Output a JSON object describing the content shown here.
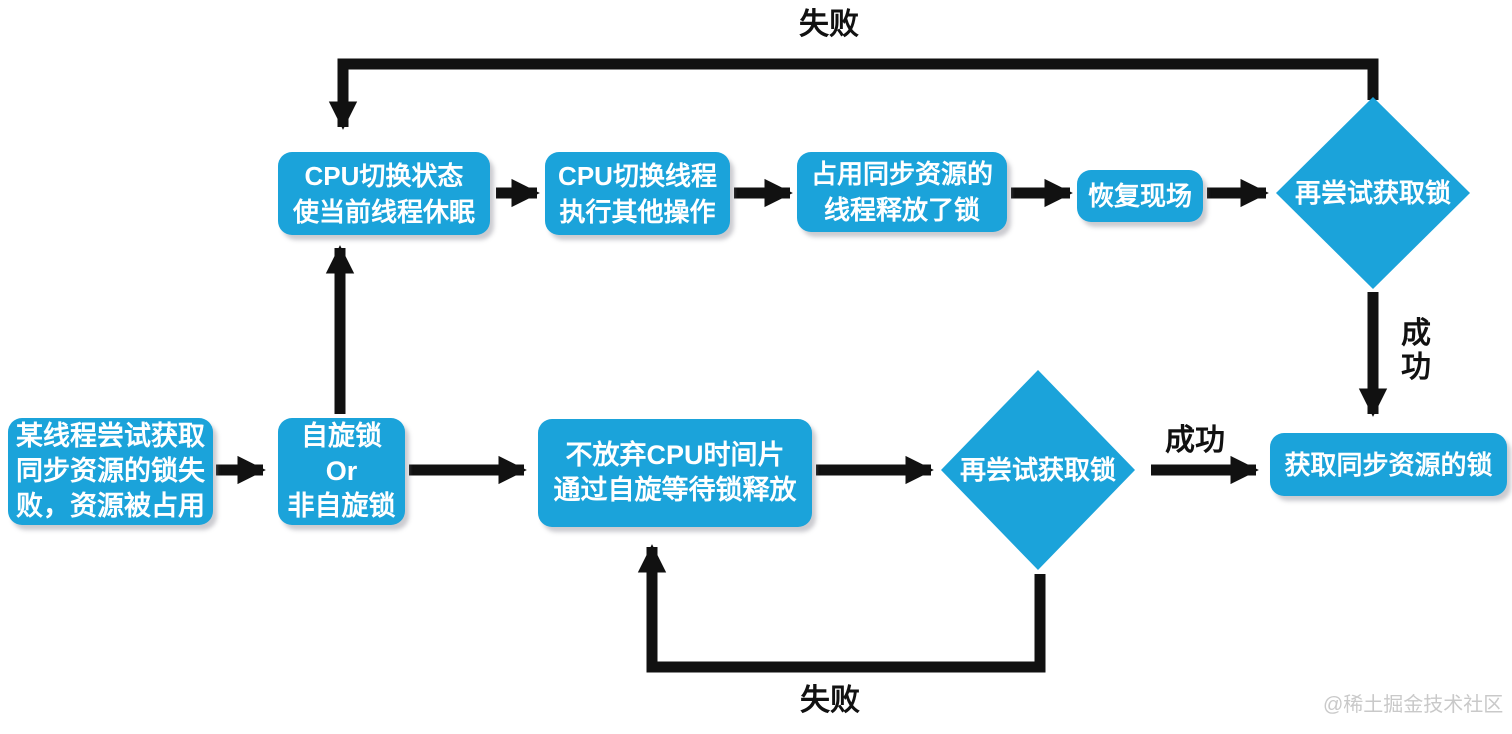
{
  "page": {
    "background_color": "#ffffff",
    "accent_color": "#1ba3da",
    "line_color": "#111111",
    "text_color_nodes": "#ffffff",
    "text_color_labels": "#111111"
  },
  "nodes": {
    "cpu_state": {
      "label": "CPU切换状态\n使当前线程休眠",
      "shape": "rounded-rect"
    },
    "cpu_switch": {
      "label": "CPU切换线程\n执行其他操作",
      "shape": "rounded-rect"
    },
    "release_lock": {
      "label": "占用同步资源的\n线程释放了锁",
      "shape": "rounded-rect"
    },
    "restore_scene": {
      "label": "恢复现场",
      "shape": "rounded-rect"
    },
    "retry_top": {
      "label": "再尝试获取锁",
      "shape": "diamond"
    },
    "thread_fail": {
      "label": "某线程尝试获取\n同步资源的锁失\n败，资源被占用",
      "shape": "rounded-rect"
    },
    "spin_or_not": {
      "label": "自旋锁\nOr\n非自旋锁",
      "shape": "rounded-rect"
    },
    "keep_cpu": {
      "label": "不放弃CPU时间片\n通过自旋等待锁释放",
      "shape": "rounded-rect"
    },
    "retry_bottom": {
      "label": "再尝试获取锁",
      "shape": "diamond"
    },
    "acquire_lock": {
      "label": "获取同步资源的锁",
      "shape": "rounded-rect"
    }
  },
  "edge_labels": {
    "fail_top": "失败",
    "success_right": "成\n功",
    "success_bottom": "成功",
    "fail_bottom": "失败"
  },
  "watermark": "@稀土掘金技术社区"
}
